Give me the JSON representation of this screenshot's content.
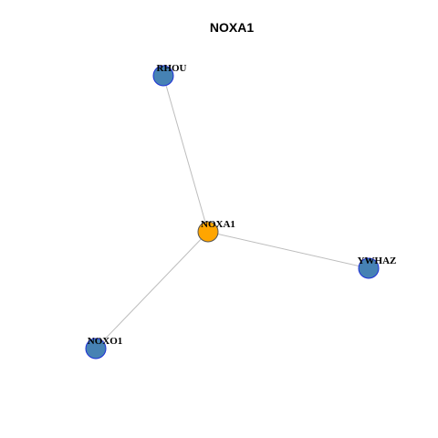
{
  "title": "NOXA1",
  "colors": {
    "center_fill": "#FFA500",
    "center_stroke": "#555555",
    "neighbor_fill": "#4682B4",
    "neighbor_stroke": "#1C2FD6",
    "edge": "#BDBDBD"
  },
  "nodes": [
    {
      "id": "noxa1",
      "label": "NOXA1",
      "role": "center"
    },
    {
      "id": "rhou",
      "label": "RHOU",
      "role": "neighbor"
    },
    {
      "id": "ywhaz",
      "label": "YWHAZ",
      "role": "neighbor"
    },
    {
      "id": "noxo1",
      "label": "NOXO1",
      "role": "neighbor"
    }
  ],
  "edges": [
    {
      "source": "noxa1",
      "target": "rhou"
    },
    {
      "source": "noxa1",
      "target": "ywhaz"
    },
    {
      "source": "noxa1",
      "target": "noxo1"
    }
  ]
}
